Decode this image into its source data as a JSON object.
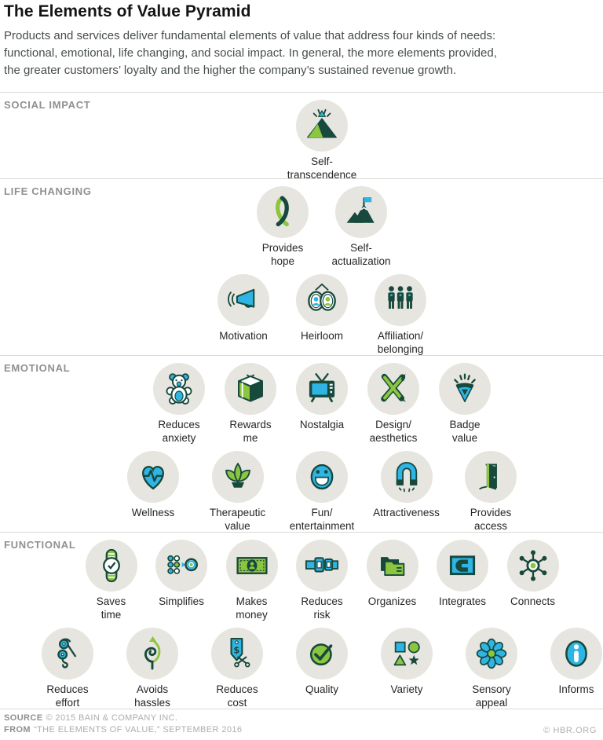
{
  "header": {
    "title": "The Elements of Value Pyramid",
    "intro": "Products and services deliver fundamental elements of value that address four kinds of needs:\nfunctional, emotional, life changing, and social impact. In general, the more elements provided,\nthe greater customers’ loyalty and the higher the company’s sustained revenue growth."
  },
  "colors": {
    "dark_green": "#17493d",
    "light_green": "#8cc63f",
    "blue": "#2fb5e4",
    "white": "#ffffff",
    "circle_bg": "#e7e5df"
  },
  "sections": [
    {
      "label": "SOCIAL IMPACT",
      "rows": [
        [
          {
            "id": "self-transcendence",
            "label": "Self-\ntranscendence",
            "icon": "mountain-rays-icon"
          }
        ]
      ]
    },
    {
      "label": "LIFE CHANGING",
      "rows": [
        [
          {
            "id": "provides-hope",
            "label": "Provides\nhope",
            "icon": "ribbon-icon"
          },
          {
            "id": "self-actualization",
            "label": "Self-\nactualization",
            "icon": "mountain-flag-icon"
          }
        ],
        [
          {
            "id": "motivation",
            "label": "Motivation",
            "icon": "megaphone-icon"
          },
          {
            "id": "heirloom",
            "label": "Heirloom",
            "icon": "locket-icon"
          },
          {
            "id": "affiliation-belonging",
            "label": "Affiliation/\nbelonging",
            "icon": "people-group-icon"
          }
        ]
      ]
    },
    {
      "label": "EMOTIONAL",
      "rows": [
        [
          {
            "id": "reduces-anxiety",
            "label": "Reduces\nanxiety",
            "icon": "teddy-bear-icon"
          },
          {
            "id": "rewards-me",
            "label": "Rewards\nme",
            "icon": "gift-icon"
          },
          {
            "id": "nostalgia",
            "label": "Nostalgia",
            "icon": "tv-icon"
          },
          {
            "id": "design-aesthetics",
            "label": "Design/\naesthetics",
            "icon": "pencil-brush-icon"
          },
          {
            "id": "badge-value",
            "label": "Badge\nvalue",
            "icon": "badge-icon"
          }
        ],
        [
          {
            "id": "wellness",
            "label": "Wellness",
            "icon": "heart-pulse-icon"
          },
          {
            "id": "therapeutic-value",
            "label": "Therapeutic\nvalue",
            "icon": "leaves-icon"
          },
          {
            "id": "fun-entertainment",
            "label": "Fun/\nentertainment",
            "icon": "smiley-icon"
          },
          {
            "id": "attractiveness",
            "label": "Attractiveness",
            "icon": "magnet-icon"
          },
          {
            "id": "provides-access",
            "label": "Provides\naccess",
            "icon": "door-icon"
          }
        ]
      ]
    },
    {
      "label": "FUNCTIONAL",
      "rows": [
        [
          {
            "id": "saves-time",
            "label": "Saves\ntime",
            "icon": "watch-icon"
          },
          {
            "id": "simplifies",
            "label": "Simplifies",
            "icon": "dots-target-icon"
          },
          {
            "id": "makes-money",
            "label": "Makes\nmoney",
            "icon": "money-icon"
          },
          {
            "id": "reduces-risk",
            "label": "Reduces\nrisk",
            "icon": "seatbelt-icon"
          },
          {
            "id": "organizes",
            "label": "Organizes",
            "icon": "folders-icon"
          },
          {
            "id": "integrates",
            "label": "Integrates",
            "icon": "integrate-icon"
          },
          {
            "id": "connects",
            "label": "Connects",
            "icon": "network-icon"
          }
        ],
        [
          {
            "id": "reduces-effort",
            "label": "Reduces\neffort",
            "icon": "pulley-icon"
          },
          {
            "id": "avoids-hassles",
            "label": "Avoids\nhassles",
            "icon": "tangle-arrow-icon"
          },
          {
            "id": "reduces-cost",
            "label": "Reduces\ncost",
            "icon": "price-tag-icon"
          },
          {
            "id": "quality",
            "label": "Quality",
            "icon": "check-circle-icon"
          },
          {
            "id": "variety",
            "label": "Variety",
            "icon": "shapes-icon"
          },
          {
            "id": "sensory-appeal",
            "label": "Sensory\nappeal",
            "icon": "flower-icon"
          },
          {
            "id": "informs",
            "label": "Informs",
            "icon": "info-icon"
          }
        ]
      ]
    }
  ],
  "footer": {
    "source_label": "SOURCE",
    "source_text": "© 2015 BAIN & COMPANY INC.",
    "from_label": "FROM",
    "from_text": "“THE ELEMENTS OF VALUE,” SEPTEMBER 2016",
    "credit": "© HBR.ORG"
  }
}
